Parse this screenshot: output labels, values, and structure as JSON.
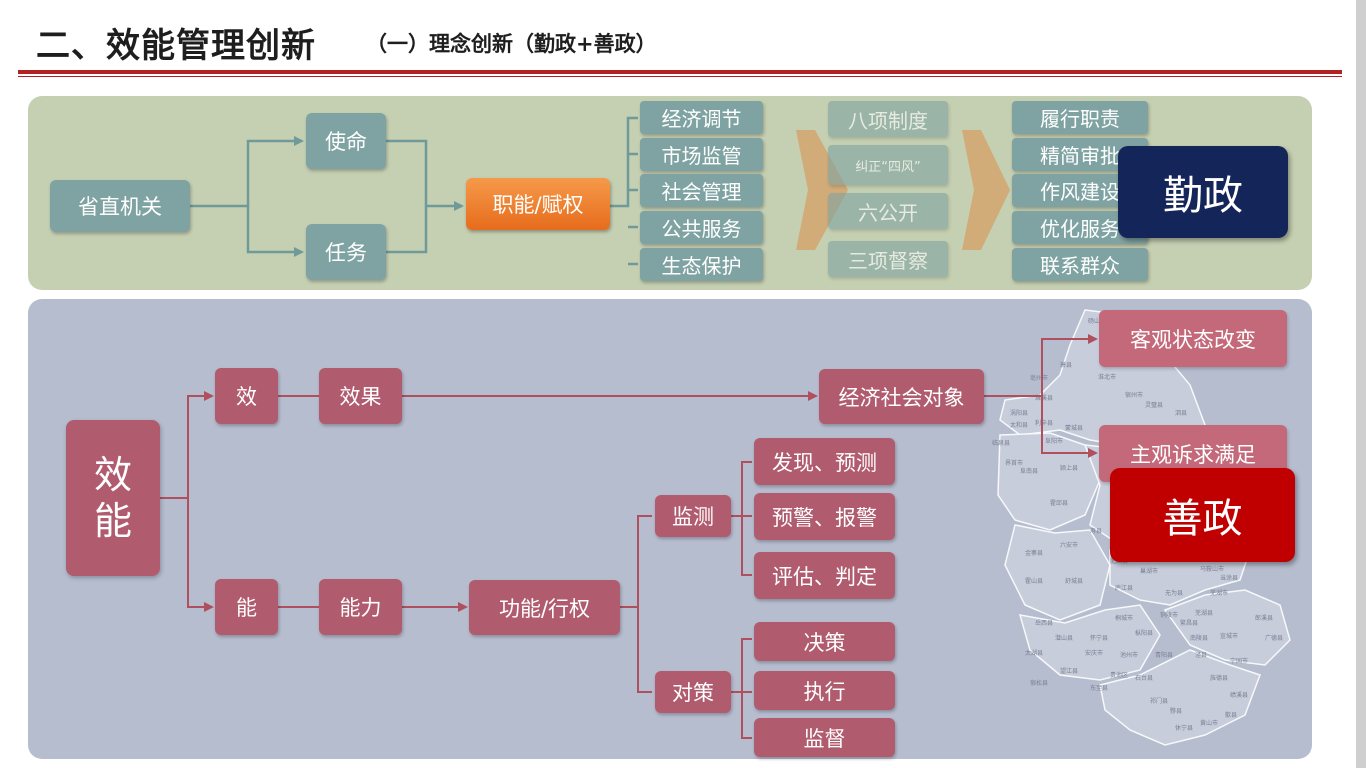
{
  "header": {
    "title": "二、效能管理创新",
    "subtitle": "（一）理念创新（勤政+善政）"
  },
  "top_flow": {
    "root": "省直机关",
    "branches": [
      "使命",
      "任务"
    ],
    "center": "职能/赋权",
    "functions": [
      "经济调节",
      "市场监管",
      "社会管理",
      "公共服务",
      "生态保护"
    ],
    "rules": [
      "八项制度",
      "纠正“四风”",
      "六公开",
      "三项督察"
    ],
    "duties": [
      "履行职责",
      "精简审批",
      "作风建设",
      "优化服务",
      "联系群众"
    ],
    "result": "勤政"
  },
  "bottom_flow": {
    "root_chars": [
      "效",
      "能"
    ],
    "effect_branch": {
      "node": "效",
      "child": "效果",
      "target": "经济社会对象"
    },
    "outcomes": [
      "客观状态改变",
      "主观诉求满足"
    ],
    "ability_branch": {
      "node": "能",
      "child": "能力",
      "target": "功能/行权"
    },
    "monitor": {
      "label": "监测",
      "items": [
        "发现、预测",
        "预警、报警",
        "评估、判定"
      ]
    },
    "response": {
      "label": "对策",
      "items": [
        "决策",
        "执行",
        "监督"
      ]
    },
    "result": "善政"
  },
  "map_labels": [
    "砀山县",
    "萧县",
    "淮北市",
    "濉溪县",
    "宿州市",
    "灵璧县",
    "泗县",
    "亳州市",
    "涡阳县",
    "蒙城县",
    "太和县",
    "利辛县",
    "界首市",
    "临泉县",
    "阜阳市",
    "阜南县",
    "颍上县",
    "霍邱县",
    "六安市",
    "寿县",
    "金寨县",
    "霍山县",
    "舒城县",
    "肥西县",
    "庐江县",
    "巢湖市",
    "无为县",
    "马鞍山市",
    "当涂县",
    "芜湖市",
    "芜湖县",
    "繁昌县",
    "南陵县",
    "宣城市",
    "郎溪县",
    "广德县",
    "宁国市",
    "泾县",
    "旌德县",
    "绩溪县",
    "岳西县",
    "太湖县",
    "潜山县",
    "怀宁县",
    "桐城市",
    "枞阳县",
    "安庆市",
    "宿松县",
    "望江县",
    "东至县",
    "池州市",
    "青阳县",
    "石台县",
    "贵池区",
    "祁门县",
    "黟县",
    "休宁县",
    "黄山市",
    "歙县",
    "铜陵市"
  ],
  "colors": {
    "title_rule": "#b22222",
    "top_panel": "#c5cfb1",
    "bottom_panel": "#b6bdcf",
    "teal_box": "#7fa3a2",
    "orange_box": "#e66c1c",
    "maroon_box": "#b05c6e",
    "navy_box": "#142559",
    "red_box": "#c00000",
    "arrow_tan": "#d2a56e"
  }
}
